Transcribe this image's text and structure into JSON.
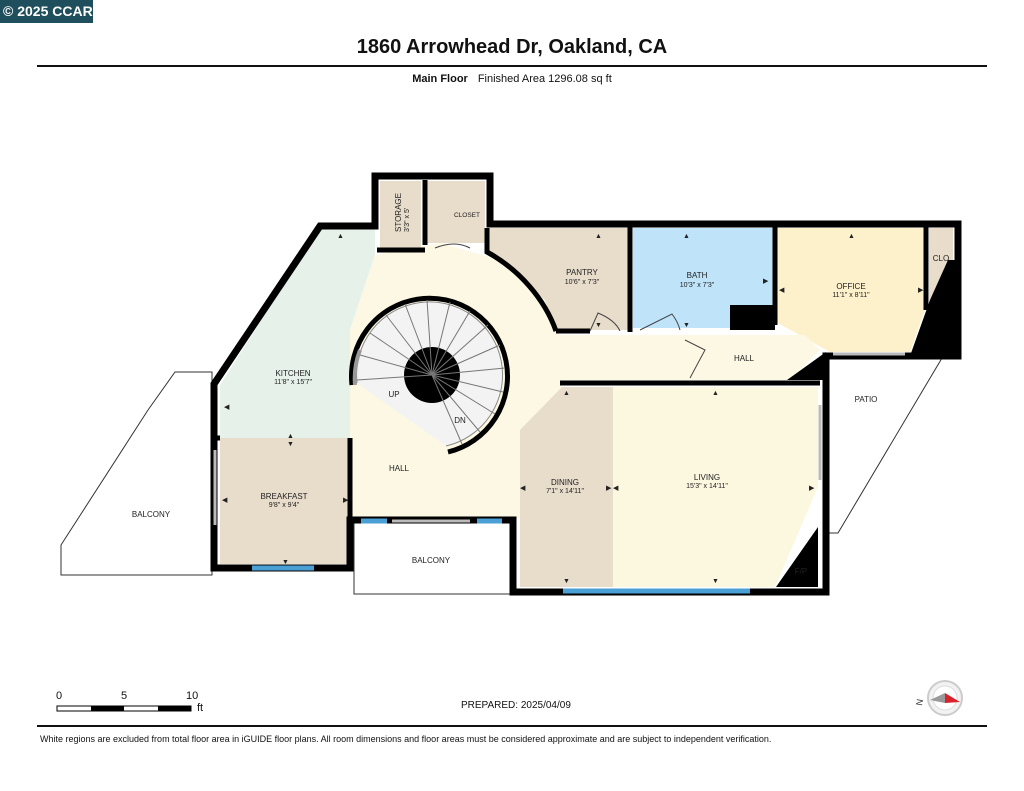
{
  "badge": "© 2025 CCAR",
  "title": "1860 Arrowhead Dr, Oakland, CA",
  "floor": {
    "name": "Main Floor",
    "area": "Finished Area 1296.08 sq ft"
  },
  "rooms": {
    "storage": {
      "name": "STORAGE",
      "dims": "3'3\" x 5'"
    },
    "closet": {
      "name": "CLOSET"
    },
    "pantry": {
      "name": "PANTRY",
      "dims": "10'6\" x 7'3\""
    },
    "bath": {
      "name": "BATH",
      "dims": "10'3\" x 7'3\""
    },
    "office": {
      "name": "OFFICE",
      "dims": "11'1\" x 8'11\""
    },
    "clo": {
      "name": "CLO"
    },
    "kitchen": {
      "name": "KITCHEN",
      "dims": "11'8\" x 15'7\""
    },
    "hall_upper": {
      "name": "HALL"
    },
    "patio": {
      "name": "PATIO"
    },
    "breakfast": {
      "name": "BREAKFAST",
      "dims": "9'8\" x 9'4\""
    },
    "hall_main": {
      "name": "HALL"
    },
    "dining": {
      "name": "DINING",
      "dims": "7'1\" x 14'11\""
    },
    "living": {
      "name": "LIVING",
      "dims": "15'3\" x 14'11\""
    },
    "balcony_left": {
      "name": "BALCONY"
    },
    "balcony_center": {
      "name": "BALCONY"
    },
    "fp": {
      "name": "F/P"
    },
    "stairs_up": "UP",
    "stairs_down": "DN"
  },
  "scale": {
    "ticks": [
      "0",
      "5",
      "10"
    ],
    "unit": "ft"
  },
  "prepared": "PREPARED: 2025/04/09",
  "compass_label": "N",
  "footer": "White regions are excluded from total floor area in iGUIDE floor plans. All room dimensions and floor areas must be considered approximate and are subject to independent verification.",
  "colors": {
    "badge": "#1f4f5c",
    "wall": "#000000",
    "kitchen": "#e6f1ea",
    "hall": "#fdf8e3",
    "tan": "#e8dccb",
    "bath": "#bfe3f9",
    "office": "#fdf1cc",
    "living": "#fcf7df",
    "window": "#4a9fd4"
  }
}
